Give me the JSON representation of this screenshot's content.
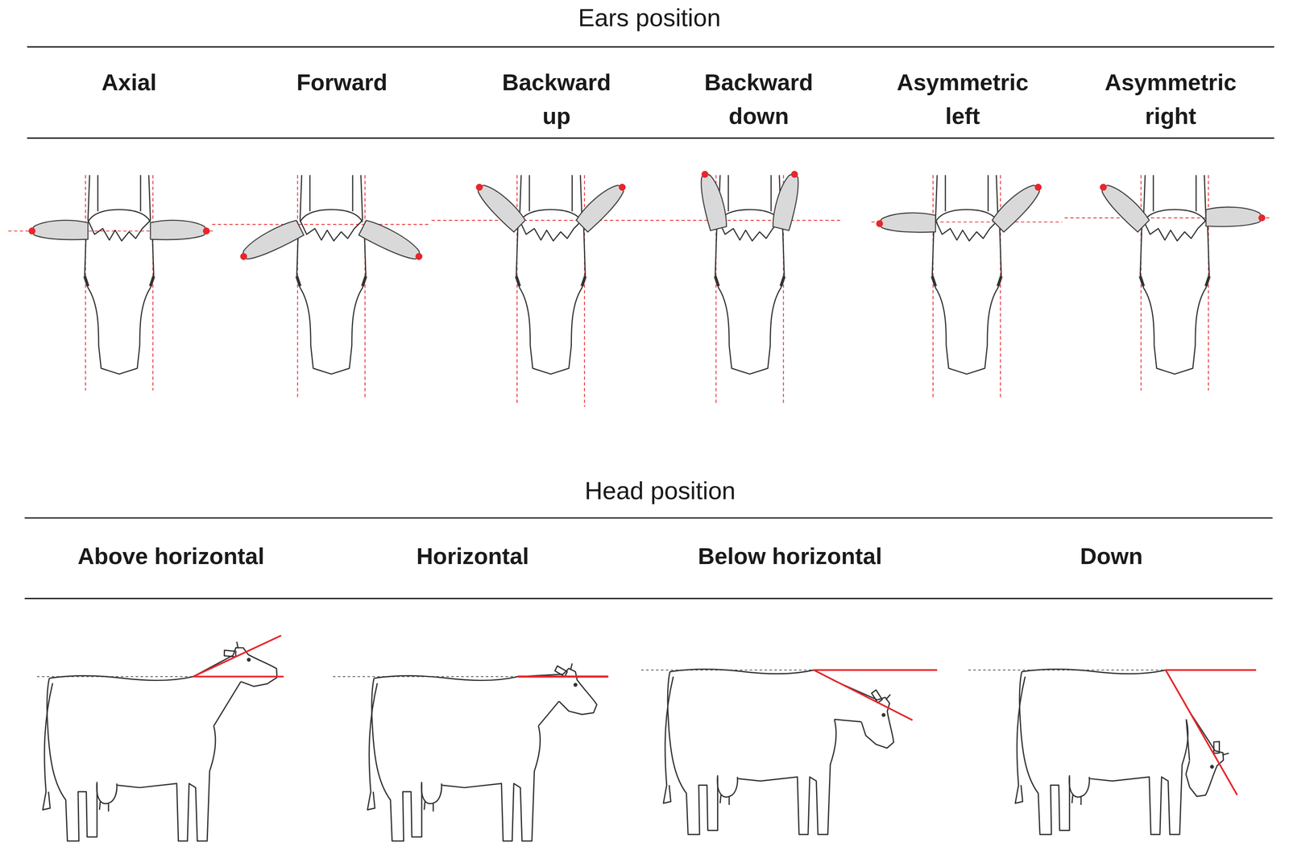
{
  "diagram": {
    "labels": [
      "Ears position",
      "Axial",
      "Forward",
      "Backward up",
      "Backward down",
      "Asymmetric left",
      "Asymmetric right",
      "Head position",
      "Above horizontal",
      "Horizontal",
      "Below horizontal",
      "Down"
    ]
  }
}
